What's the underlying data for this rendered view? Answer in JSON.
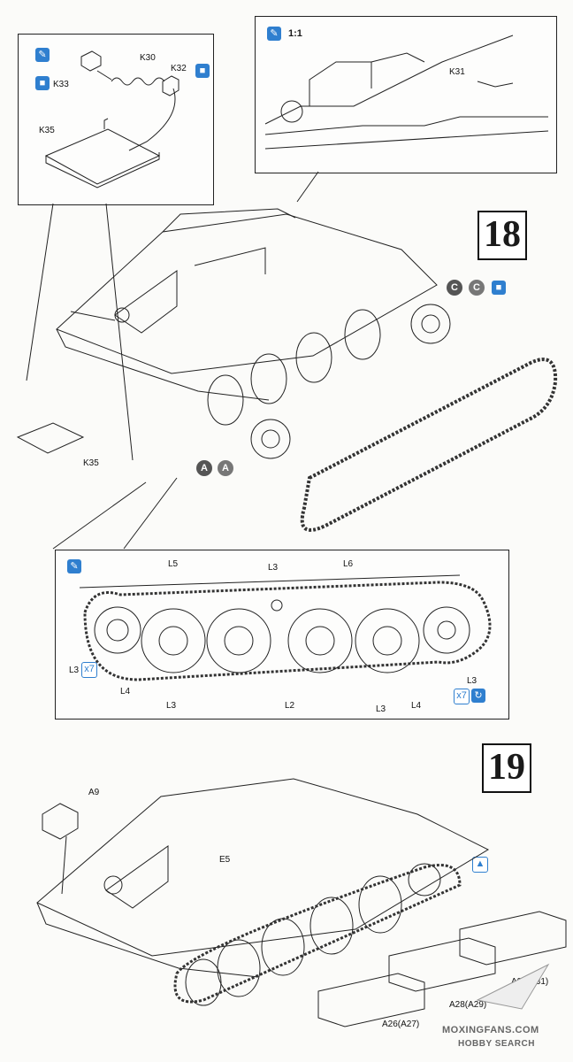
{
  "steps": {
    "step18": "18",
    "step19": "19"
  },
  "detail_top_right": {
    "scale": "1:1",
    "part": "K31"
  },
  "detail_top_left": {
    "parts": [
      "K30",
      "K32",
      "K33",
      "K35"
    ]
  },
  "main18": {
    "k35_lower": "K35",
    "marker_a": "A",
    "marker_a_paren": "A",
    "marker_c": "C",
    "marker_c_paren": "C"
  },
  "track_detail": {
    "labels": {
      "l5": "L5",
      "l3_top": "L3",
      "l6": "L6",
      "l3_left": "L3",
      "x7_left": "x7",
      "l4_left": "L4",
      "l3_bottom_left": "L3",
      "l2": "L2",
      "l3_bottom_right": "L3",
      "l4_right": "L4",
      "l3_right": "L3",
      "x7_right": "x7"
    }
  },
  "main19": {
    "a9": "A9",
    "e5": "E5",
    "a30": "A30(A31)",
    "a28": "A28(A29)",
    "a26": "A26(A27)"
  },
  "watermark": {
    "line1": "MOXINGFANS.COM",
    "line2": "HOBBY SEARCH"
  },
  "icons": {
    "glue": "glue-brush-icon",
    "paint": "paint-icon",
    "flip": "flip-icon",
    "cement": "cement-icon"
  }
}
